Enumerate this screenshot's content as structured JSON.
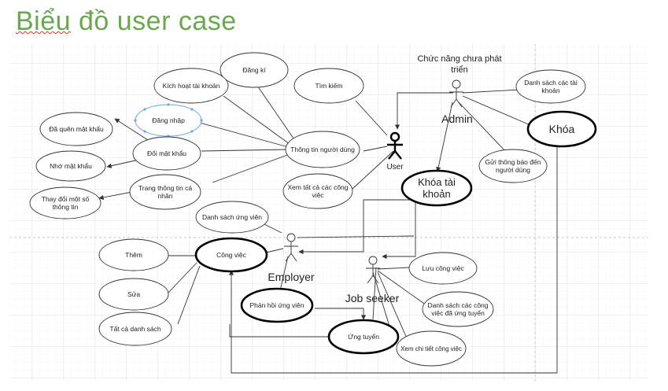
{
  "title_part1": "Biểu",
  "title_part2": " đồ user case",
  "actors": {
    "user": "User",
    "admin": "Admin",
    "employer": "Employer",
    "job_seeker": "Job seeker",
    "admin_caption": [
      "Chức năng chưa phát",
      "triển"
    ]
  },
  "use_cases": {
    "dang_ki": [
      "Đăng kí"
    ],
    "kich_hoat": [
      "Kích hoạt tài khoản"
    ],
    "tim_kiem": [
      "Tìm kiếm"
    ],
    "dang_nhap": [
      "Đăng nhập"
    ],
    "da_quen": [
      "Đã quên mật khẩu"
    ],
    "doi_mat_khau": [
      "Đổi mật khẩu"
    ],
    "nho_mat_khau": [
      "Nhớ mật khẩu"
    ],
    "thong_tin": [
      "Thông tin người dùng"
    ],
    "trang_thong_tin": [
      "Trang thông tin cá",
      "nhân"
    ],
    "thay_doi": [
      "Thay đổi một số",
      "thông tin"
    ],
    "xem_tat_ca": [
      "Xem tất cả các công",
      "việc"
    ],
    "danh_sach_tai_khoan": [
      "Danh sách các tài",
      "khoản"
    ],
    "khoa": [
      "Khóa"
    ],
    "gui_thong_bao": [
      "Gửi thông báo đến",
      "người dùng"
    ],
    "khoa_tai_khoan": [
      "Khóa tài",
      "khoản"
    ],
    "danh_sach_ung_vien": [
      "Danh sách ứng viên"
    ],
    "them": [
      "Thêm"
    ],
    "cong_viec": [
      "Công việc"
    ],
    "sua": [
      "Sửa"
    ],
    "tat_ca_danh_sach": [
      "Tất cả danh sách"
    ],
    "phan_hoi": [
      "Phản hồi ứng viên"
    ],
    "ung_tuyen": [
      "Ứng tuyển"
    ],
    "luu_cong_viec": [
      "Lưu công việc"
    ],
    "danh_sach_da_ung_tuyen": [
      "Danh sách các công",
      "việc đã ứng tuyển"
    ],
    "xem_chi_tiet": [
      "Xem chi tiết công việc"
    ]
  }
}
